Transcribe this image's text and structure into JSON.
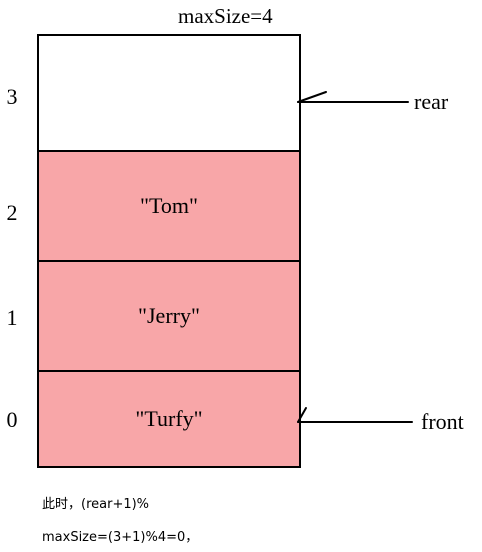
{
  "diagram": {
    "title": "maxSize=4",
    "slots": [
      {
        "index": "3",
        "value": ""
      },
      {
        "index": "2",
        "value": "\"Tom\""
      },
      {
        "index": "1",
        "value": "\"Jerry\""
      },
      {
        "index": "0",
        "value": "\"Turfy\""
      }
    ],
    "pointers": {
      "rear": "rear",
      "front": "front"
    },
    "note": {
      "line1": "此时，(rear+1)%",
      "line2": "maxSize=(3+1)%4=0，"
    },
    "colors": {
      "filled": "#f8a6a8",
      "empty": "#ffffff",
      "stroke": "#000000"
    }
  }
}
